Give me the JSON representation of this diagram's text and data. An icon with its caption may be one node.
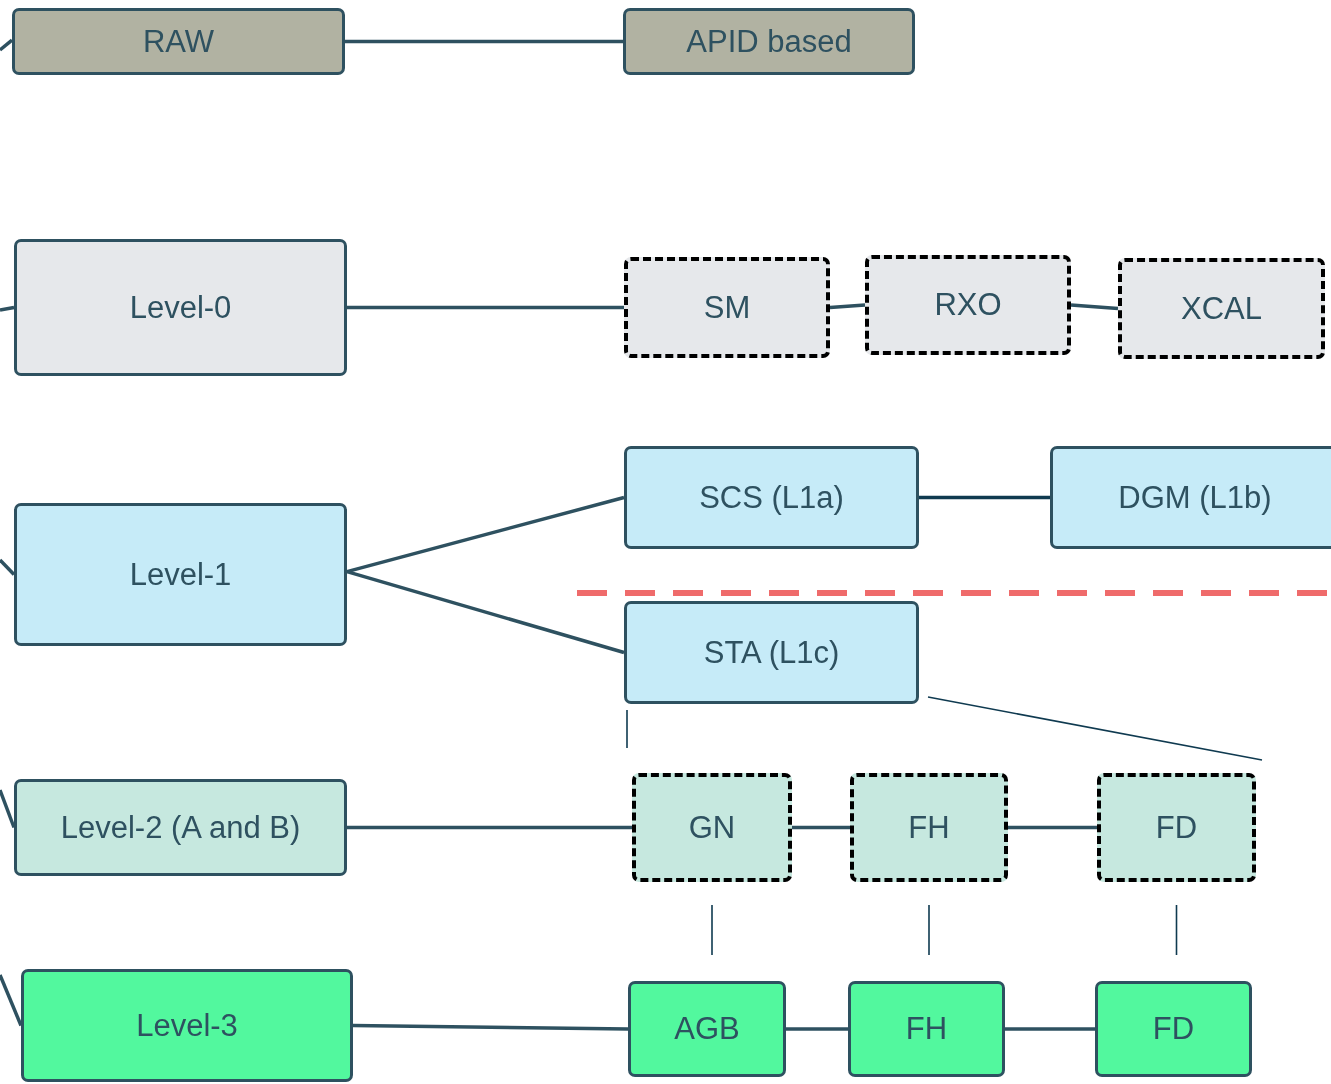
{
  "diagram": {
    "nodes": [
      {
        "text": [
          "RAW"
        ]
      },
      {
        "text": [
          "APID based"
        ]
      },
      {
        "text": [
          "Level-0"
        ]
      },
      {
        "text": [
          "SM"
        ]
      },
      {
        "text": [
          "RXO"
        ]
      },
      {
        "text": [
          "XCAL"
        ]
      },
      {
        "text": [
          "Level-1"
        ]
      },
      {
        "text": [
          "SCS (L1a)"
        ]
      },
      {
        "text": [
          "DGM (L1b)"
        ]
      },
      {
        "text": [
          "STA (L1c)"
        ]
      },
      {
        "text": [
          "Level-2 (A and B)"
        ]
      },
      {
        "text": [
          "GN"
        ]
      },
      {
        "text": [
          "FH"
        ]
      },
      {
        "text": [
          "FD"
        ]
      },
      {
        "text": [
          "Level-3"
        ]
      },
      {
        "text": [
          "AGB"
        ]
      },
      {
        "text": [
          "FH"
        ]
      },
      {
        "text": [
          "FD"
        ]
      }
    ],
    "edges": [
      {
        "from": 0,
        "to": 1,
        "arrow": "none"
      },
      {
        "from": 2,
        "to": 3,
        "arrow": "none"
      },
      {
        "from": 3,
        "to": 4,
        "arrow": "none"
      },
      {
        "from": 4,
        "to": 5,
        "arrow": "none"
      },
      {
        "from": 6,
        "to": 7,
        "arrow": "none"
      },
      {
        "from": 7,
        "to": 8,
        "arrow": "none",
        "color": "#0f3a50"
      },
      {
        "from": 6,
        "to": 9,
        "arrow": "none"
      },
      {
        "from": 10,
        "to": 11,
        "arrow": "none"
      },
      {
        "from": 11,
        "to": 12,
        "arrow": "none"
      },
      {
        "from": 12,
        "to": 13,
        "arrow": "none"
      },
      {
        "from": 14,
        "to": 15,
        "arrow": "none"
      },
      {
        "from": 15,
        "to": 16,
        "arrow": "none"
      },
      {
        "from": 16,
        "to": 17,
        "arrow": "none"
      },
      {
        "from": 11,
        "to": 15,
        "arrow": "none",
        "color": "#0f3a50"
      },
      {
        "from": 12,
        "to": 16,
        "arrow": "none",
        "color": "#0f3a50"
      },
      {
        "from": 13,
        "to": 17,
        "arrow": "none",
        "color": "#0f3a50"
      },
      {
        "from": null,
        "to": 0,
        "arrow": "none"
      },
      {
        "from": null,
        "to": 2,
        "arrow": "none"
      },
      {
        "from": null,
        "to": 6,
        "arrow": "none"
      },
      {
        "from": null,
        "to": 10,
        "arrow": "none"
      },
      {
        "from": null,
        "to": 14,
        "arrow": "none"
      }
    ]
  }
}
